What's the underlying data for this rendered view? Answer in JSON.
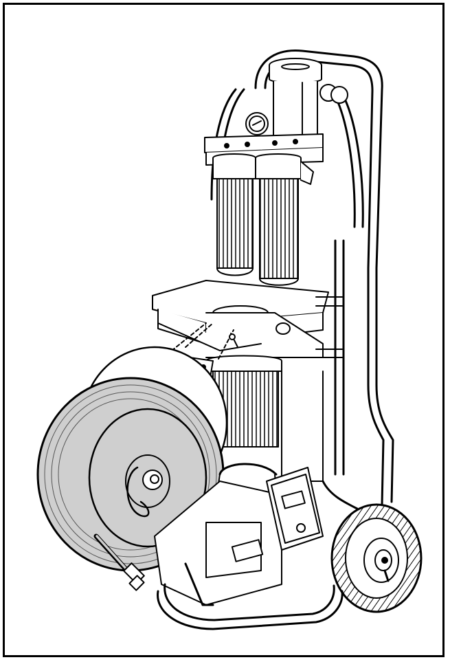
{
  "colors": {
    "line": "#000000",
    "background": "#ffffff",
    "hose_fill": "#c8c8c8",
    "frame_border": "#000000"
  },
  "illustration": {
    "parts": [
      "frame-border",
      "cart-handle",
      "top-filter-housing",
      "pressure-gauge",
      "mounting-bracket",
      "left-filter-cartridge",
      "right-filter-cartridge",
      "middle-shelf",
      "lower-filter-housing",
      "hose-reel-bracket",
      "bolts",
      "hose-reel",
      "hose-end-fitting",
      "pump-motor",
      "control-box",
      "wheel",
      "cart-base"
    ]
  }
}
